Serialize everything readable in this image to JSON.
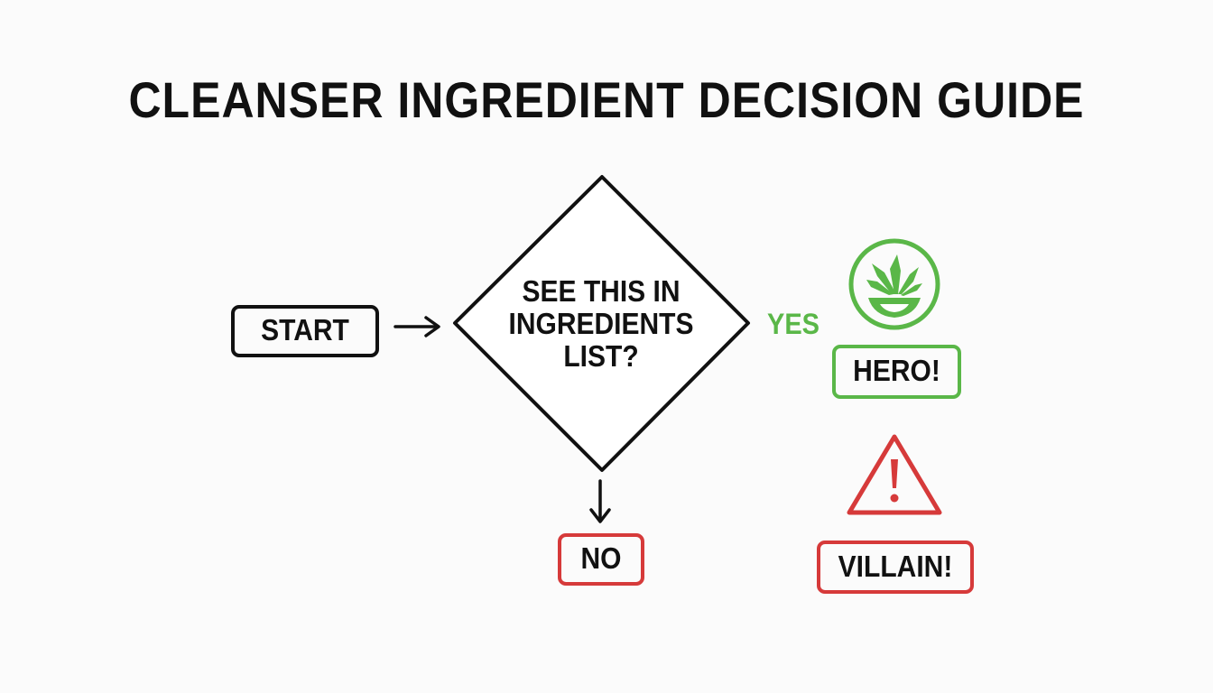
{
  "title": "CLEANSER INGREDIENT DECISION GUIDE",
  "start": {
    "label": "START"
  },
  "decision": {
    "lines": [
      "SEE THIS IN",
      "INGREDIENTS",
      "LIST?"
    ]
  },
  "branch_yes": {
    "label": "YES",
    "color": "#5ab748"
  },
  "branch_no": {
    "label": "NO",
    "color": "#d63a3a"
  },
  "hero": {
    "label": "HERO!",
    "icon": "aloe-plant-icon",
    "color": "#5ab748"
  },
  "villain": {
    "label": "VILLAIN!",
    "icon": "warning-triangle-icon",
    "color": "#d63a3a"
  }
}
